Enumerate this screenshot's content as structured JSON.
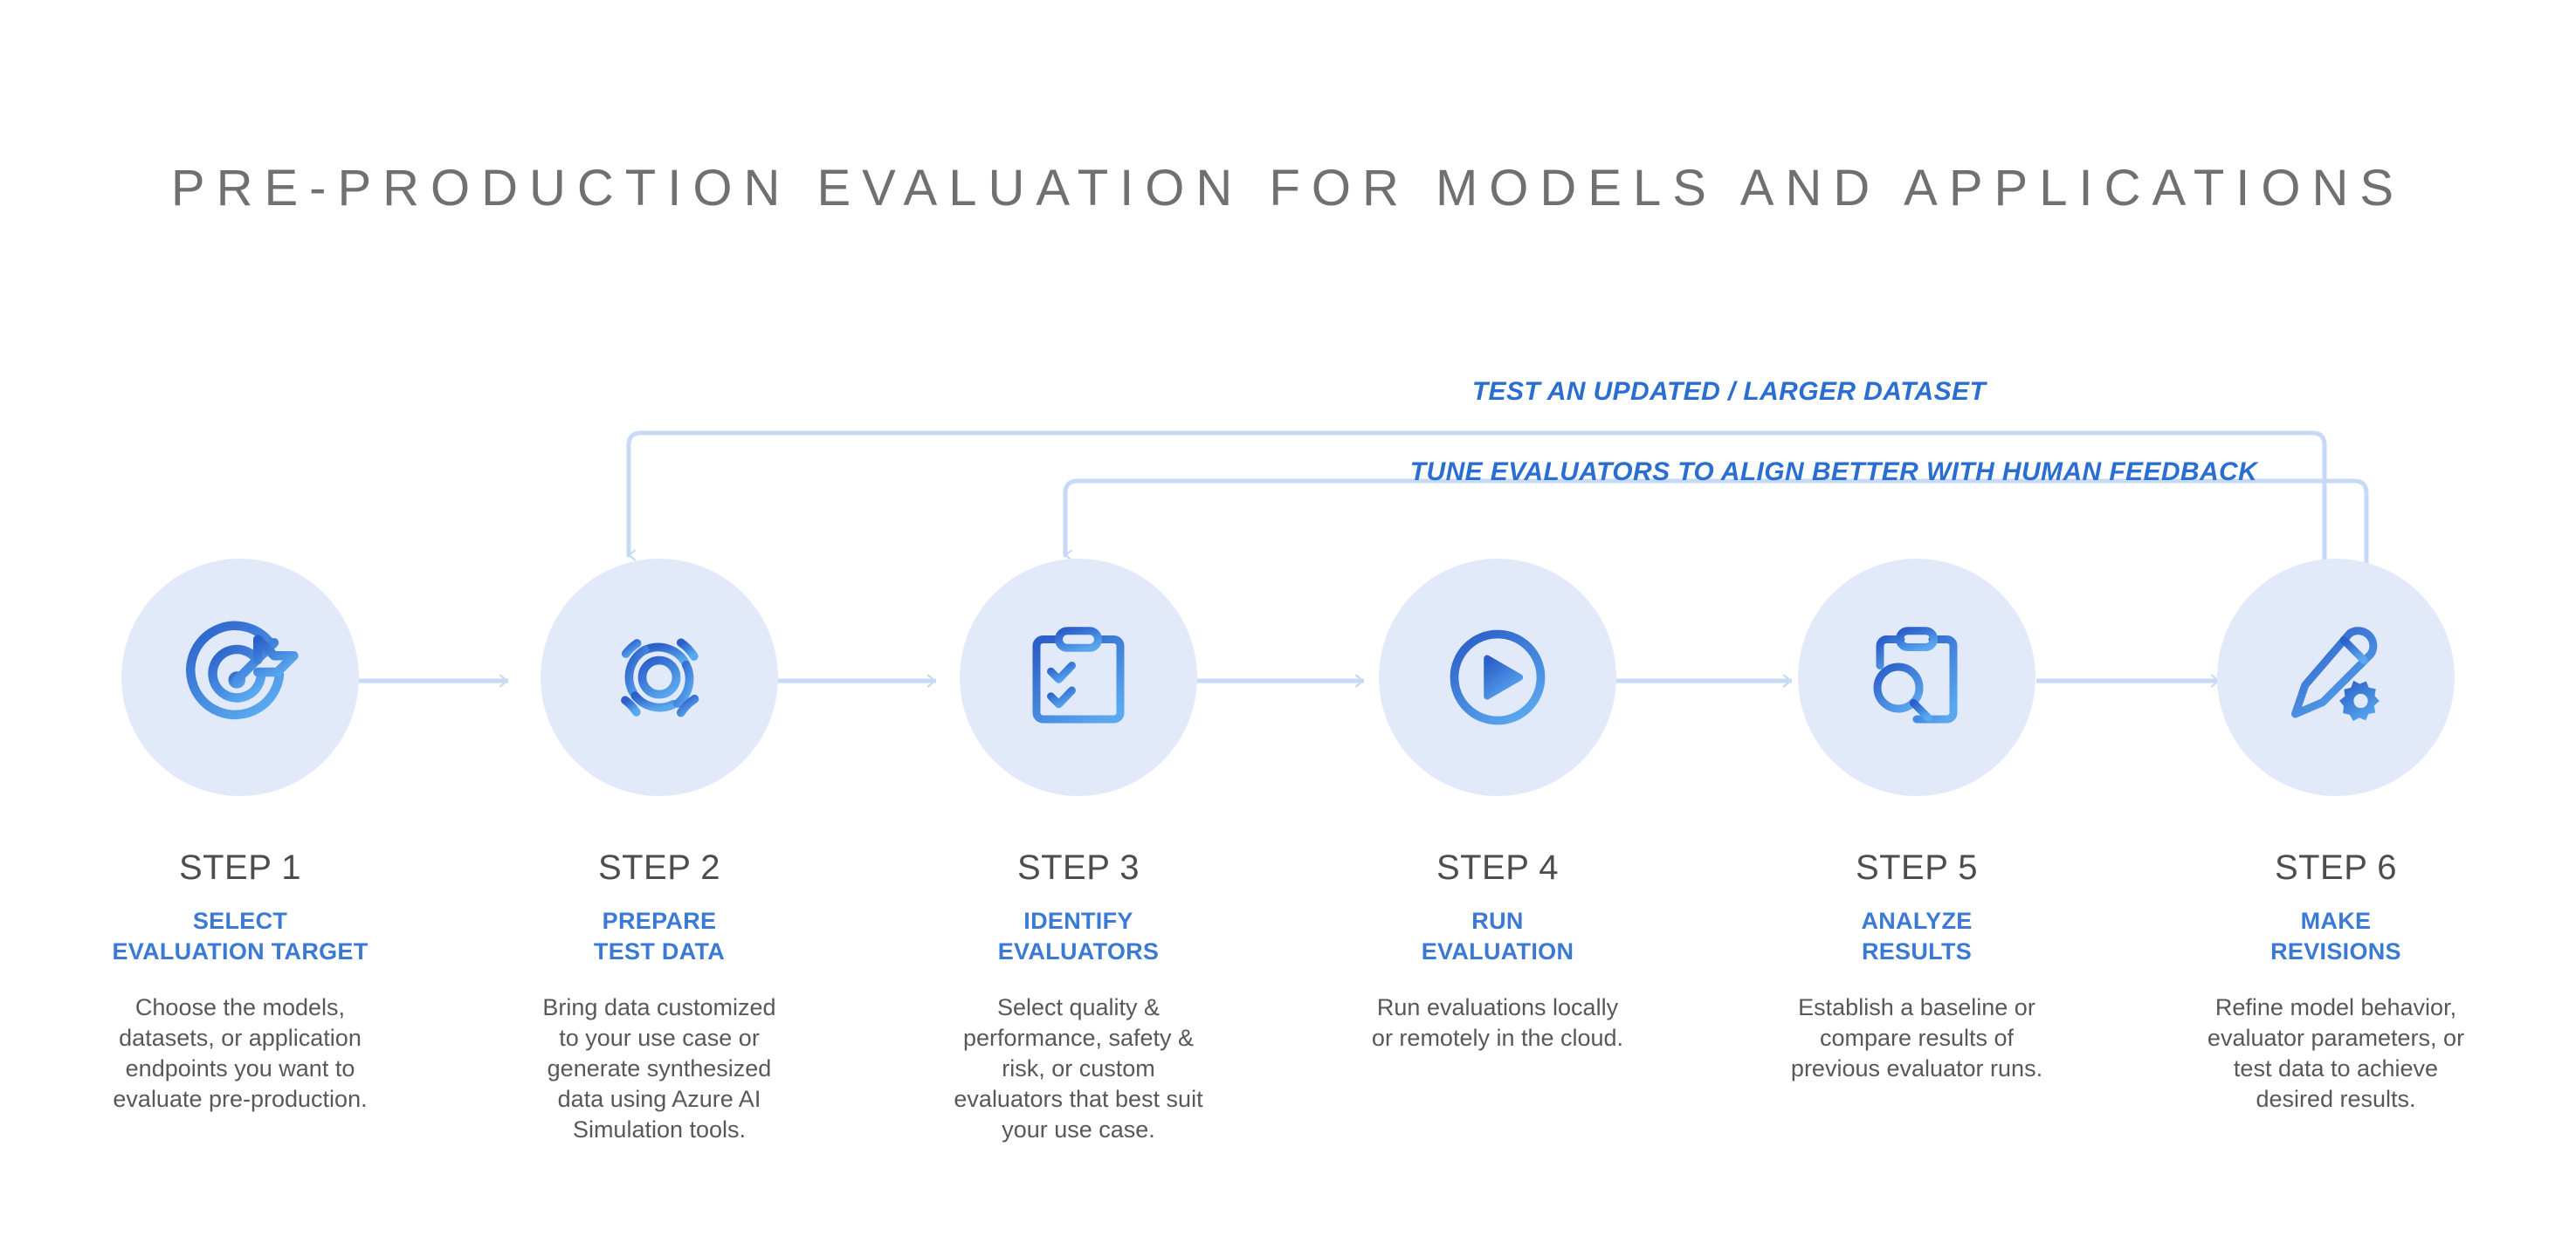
{
  "title": "PRE-PRODUCTION EVALUATION FOR MODELS AND APPLICATIONS",
  "colors": {
    "title_text": "#707070",
    "circle_bg": "#e2eaf9",
    "accent_blue": "#3b7ad4",
    "loop_label_blue": "#2a6ed2",
    "connector_blue": "#c6d9f5",
    "icon_gradient_start": "#2b5fc9",
    "icon_gradient_end": "#5aa9ef",
    "body_text": "#585858",
    "step_number_text": "#4d4d4d"
  },
  "loops": [
    {
      "id": "outer",
      "label": "TEST AN UPDATED / LARGER DATASET",
      "from_step": "STEP 6",
      "to_step": "STEP 2"
    },
    {
      "id": "inner",
      "label": "TUNE EVALUATORS TO ALIGN BETTER WITH HUMAN FEEDBACK",
      "from_step": "STEP 6",
      "to_step": "STEP 3"
    }
  ],
  "steps": [
    {
      "number": "STEP 1",
      "title": "SELECT\nEVALUATION TARGET",
      "description": "Choose the models,\ndatasets, or application\nendpoints you want to\nevaluate pre-production.",
      "icon": "target-icon"
    },
    {
      "number": "STEP 2",
      "title": "PREPARE\nTEST DATA",
      "description": "Bring data customized\nto your use case or\ngenerate synthesized\ndata using Azure AI\nSimulation tools.",
      "icon": "data-rings-icon"
    },
    {
      "number": "STEP 3",
      "title": "IDENTIFY\nEVALUATORS",
      "description": "Select quality &\nperformance, safety &\nrisk, or custom\nevaluators that best suit\nyour use case.",
      "icon": "clipboard-checklist-icon"
    },
    {
      "number": "STEP 4",
      "title": "RUN\nEVALUATION",
      "description": "Run evaluations locally\nor remotely in the cloud.",
      "icon": "play-circle-icon"
    },
    {
      "number": "STEP 5",
      "title": "ANALYZE\nRESULTS",
      "description": "Establish a baseline or\ncompare results of\nprevious evaluator runs.",
      "icon": "clipboard-search-icon"
    },
    {
      "number": "STEP 6",
      "title": "MAKE\nREVISIONS",
      "description": "Refine model behavior,\nevaluator parameters, or\ntest data to achieve\ndesired results.",
      "icon": "pencil-gear-icon"
    }
  ]
}
